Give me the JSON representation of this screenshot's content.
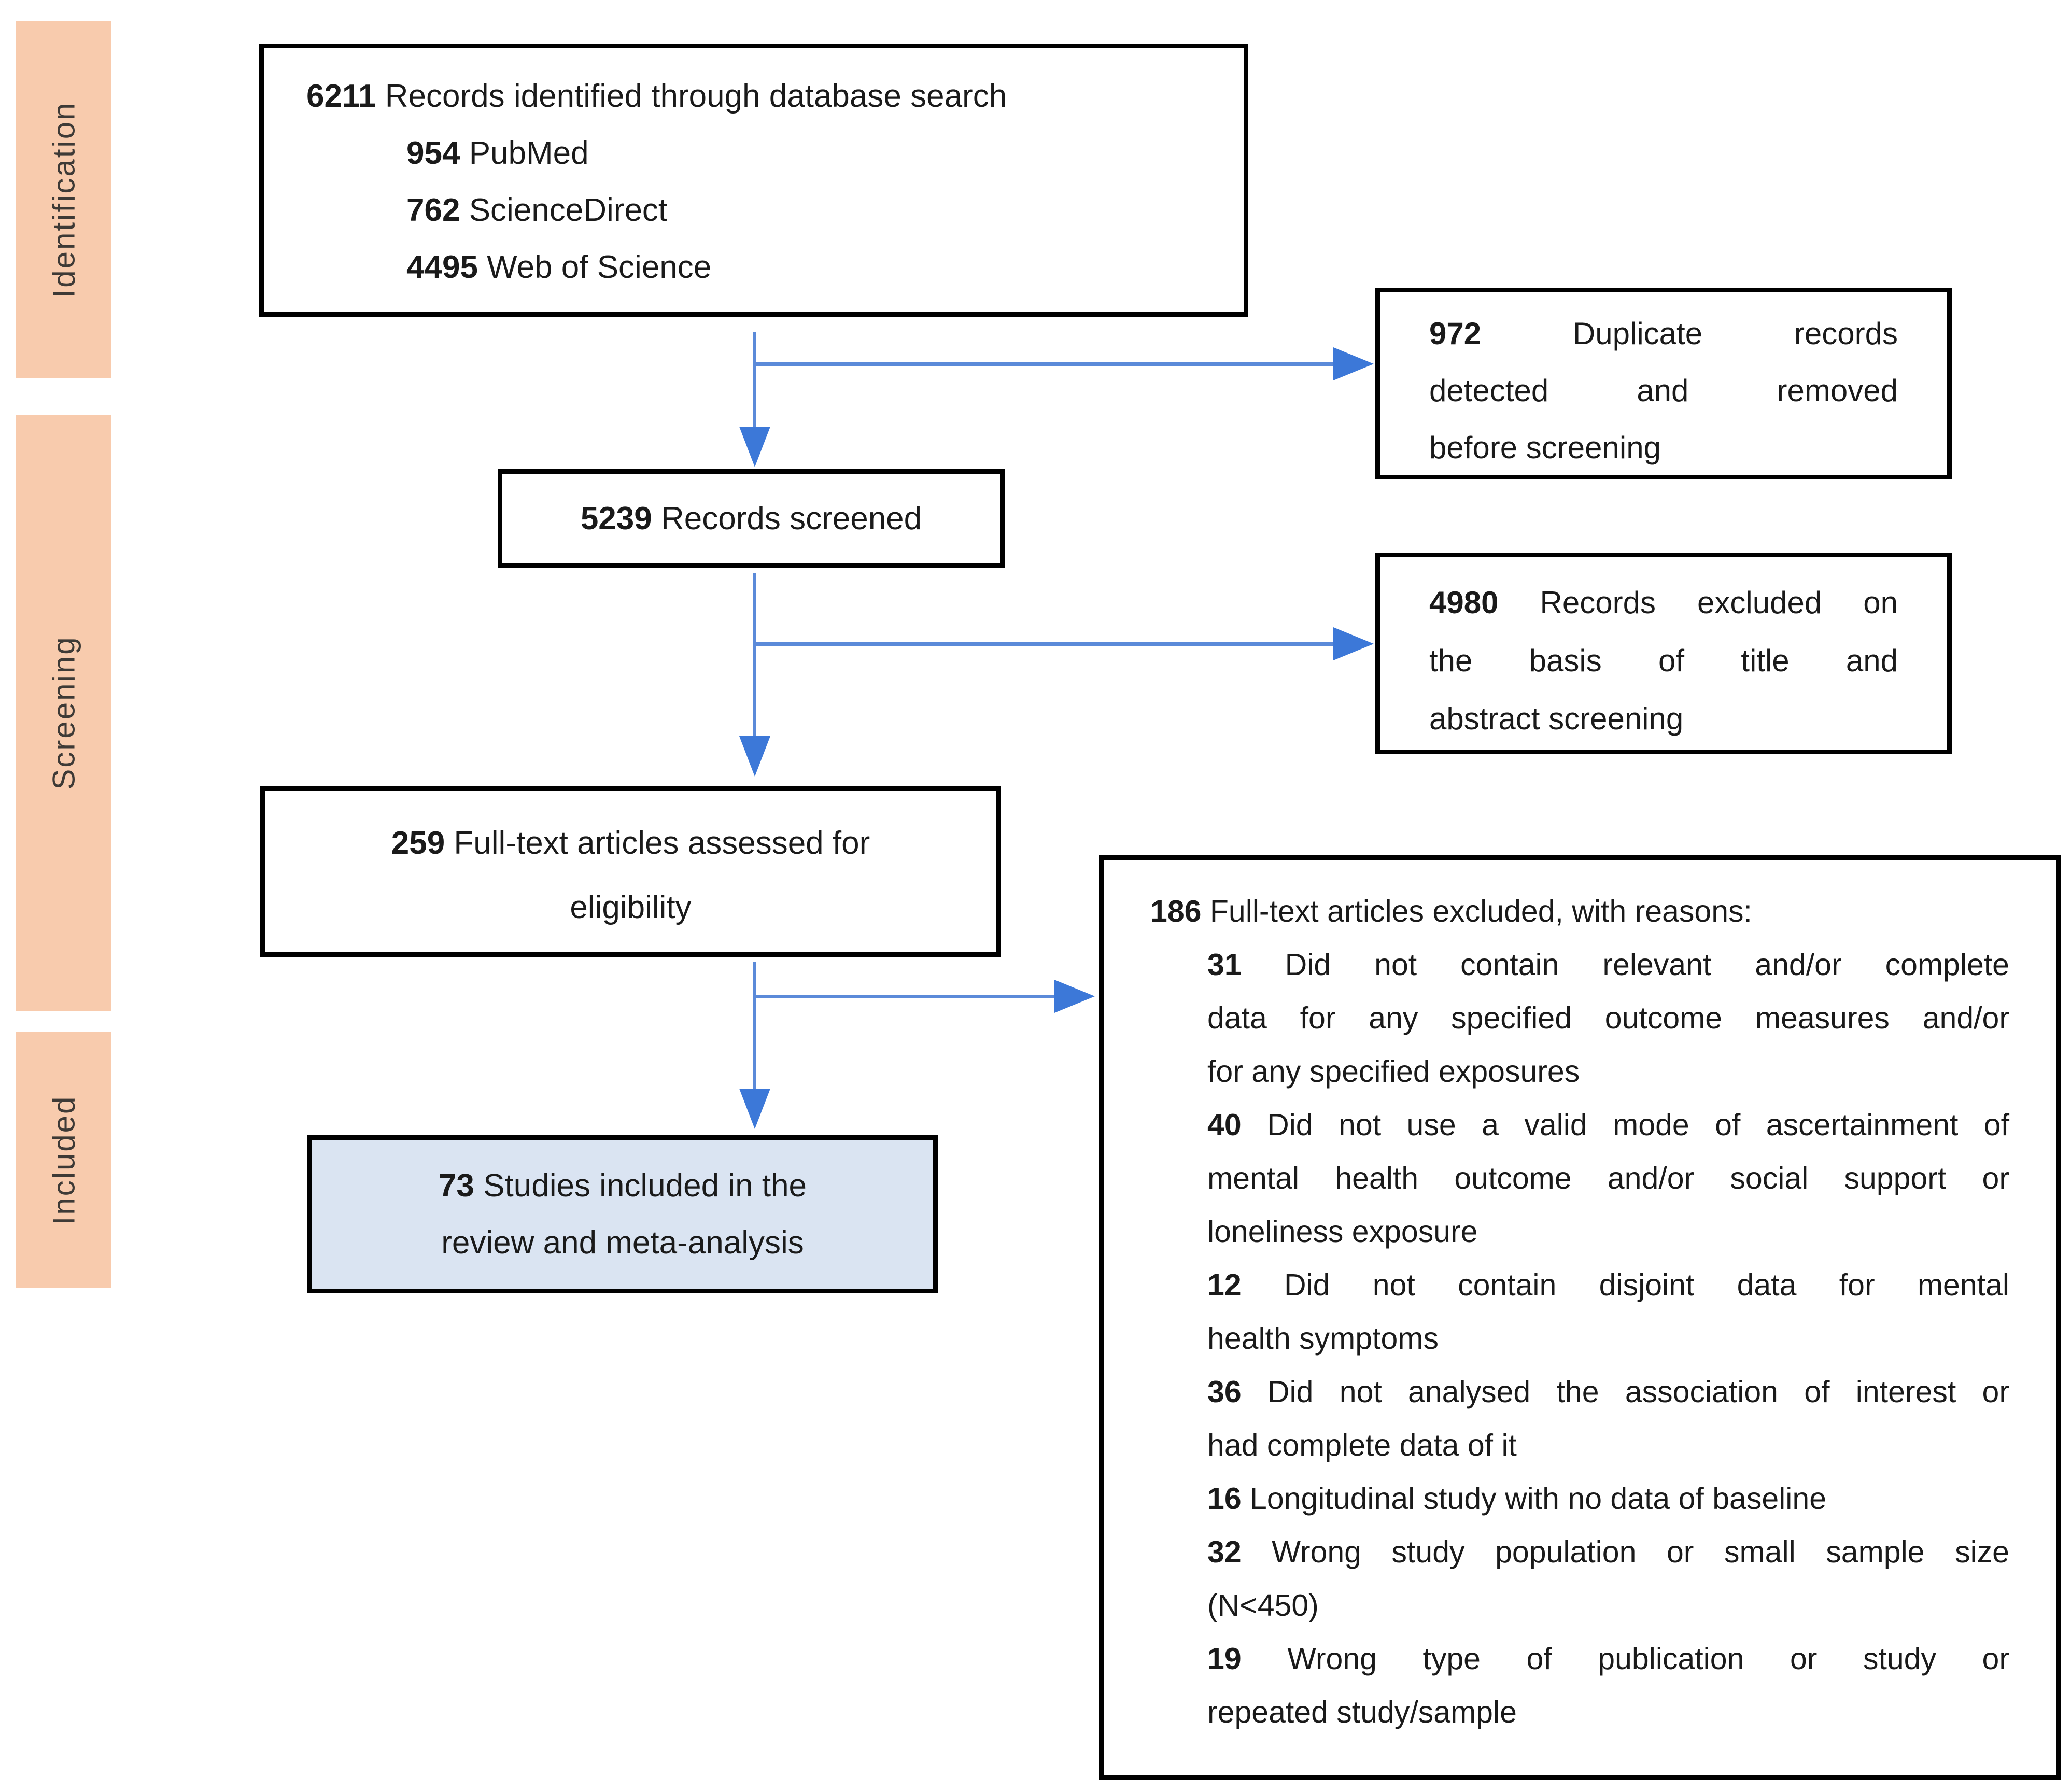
{
  "colors": {
    "sidebar_fill": "#F8CBAD",
    "sidebar_text": "#3E3A36",
    "box_border": "#000000",
    "box_fill": "#FFFFFF",
    "included_fill": "#DAE4F2",
    "arrow_line": "#5B8AD9",
    "arrow_head": "#3C78D8",
    "text": "#1A1A1A"
  },
  "sidebar": {
    "items": [
      {
        "label": "Identification"
      },
      {
        "label": "Screening"
      },
      {
        "label": "Included"
      }
    ]
  },
  "boxes": {
    "identified": {
      "lines": [
        {
          "num": "6211",
          "text": "Records identified through database search"
        },
        {
          "num": "954",
          "text": "PubMed"
        },
        {
          "num": "762",
          "text": "ScienceDirect"
        },
        {
          "num": "4495",
          "text": "Web of Science"
        }
      ]
    },
    "duplicates": {
      "lines": [
        {
          "num": "972",
          "text": "Duplicate records"
        },
        {
          "num": "",
          "text": "detected and removed"
        },
        {
          "num": "",
          "text": "before screening"
        }
      ]
    },
    "screened": {
      "num": "5239",
      "text": "Records screened"
    },
    "excluded_screening": {
      "lines": [
        {
          "num": "4980",
          "text": "Records excluded on"
        },
        {
          "num": "",
          "text": "the basis of title and"
        },
        {
          "num": "",
          "text": "abstract screening"
        }
      ]
    },
    "assessed": {
      "lines": [
        {
          "num": "259",
          "text": "Full-text articles assessed for"
        },
        {
          "num": "",
          "text": "eligibility"
        }
      ]
    },
    "fulltext_excluded": {
      "heading": {
        "num": "186",
        "text": "Full-text articles excluded, with reasons:"
      },
      "reasons": [
        {
          "lines": [
            {
              "num": "31",
              "text": "Did not contain relevant and/or complete"
            },
            {
              "num": "",
              "text": "data for any specified outcome measures and/or"
            },
            {
              "num": "",
              "text": "for any specified exposures"
            }
          ]
        },
        {
          "lines": [
            {
              "num": "40",
              "text": "Did not use a valid mode of ascertainment of"
            },
            {
              "num": "",
              "text": "mental health outcome and/or social support or"
            },
            {
              "num": "",
              "text": "loneliness exposure"
            }
          ]
        },
        {
          "lines": [
            {
              "num": "12",
              "text": "Did not contain disjoint data for mental"
            },
            {
              "num": "",
              "text": "health symptoms"
            }
          ]
        },
        {
          "lines": [
            {
              "num": "36",
              "text": "Did not analysed the association of interest or"
            },
            {
              "num": "",
              "text": "had complete data of it"
            }
          ]
        },
        {
          "lines": [
            {
              "num": "16",
              "text": "Longitudinal study with no data of baseline"
            }
          ]
        },
        {
          "lines": [
            {
              "num": "32",
              "text": "Wrong study population or small sample size"
            },
            {
              "num": "",
              "text": "(N<450)"
            }
          ]
        },
        {
          "lines": [
            {
              "num": "19",
              "text": "Wrong type of publication or study or"
            },
            {
              "num": "",
              "text": "repeated study/sample"
            }
          ]
        }
      ]
    },
    "included_studies": {
      "lines": [
        {
          "num": "73",
          "text": "Studies included in the"
        },
        {
          "num": "",
          "text": "review and meta-analysis"
        }
      ]
    }
  }
}
